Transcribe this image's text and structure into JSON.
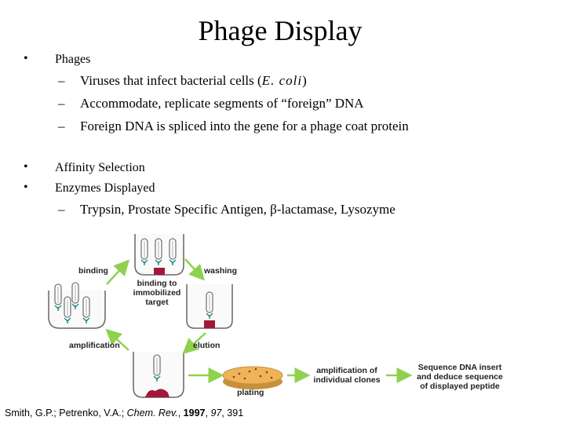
{
  "slide": {
    "title": "Phage Display",
    "bullets": [
      {
        "marker": "•",
        "text": "Phages"
      },
      {
        "marker": "•",
        "text": "Affinity Selection"
      },
      {
        "marker": "•",
        "text": "Enzymes Displayed"
      }
    ],
    "phage_subpoints": [
      {
        "dash": "–",
        "before": "Viruses that infect bacterial cells (",
        "italic": "E. coli",
        "after": ")"
      },
      {
        "dash": "–",
        "text": "Accommodate, replicate segments of “foreign” DNA"
      },
      {
        "dash": "–",
        "text": "Foreign DNA is spliced into the gene for a phage coat protein"
      }
    ],
    "enzyme_subpoints": [
      {
        "dash": "–",
        "text": "Trypsin, Prostate Specific Antigen, β-lactamase, Lysozyme"
      }
    ]
  },
  "diagram": {
    "labels": {
      "binding": "binding",
      "washing": "washing",
      "binding_target": [
        "binding to",
        "immobilized",
        "target"
      ],
      "amplification": "amplification",
      "elution": "elution",
      "plating": "plating",
      "amplification_clones": [
        "amplification of",
        "individual clones"
      ],
      "sequence": [
        "Sequence DNA insert",
        "and deduce sequence",
        "of displayed peptide"
      ]
    },
    "colors": {
      "arrow": "#8fd14f",
      "target": "#a0183a",
      "peptide": "#2a8f8a",
      "plate": "#f0b35a"
    }
  },
  "citation": {
    "authors": "Smith, G.P.; Petrenko, V.A.; ",
    "journal": "Chem. Rev.",
    "sep1": ", ",
    "year": "1997",
    "sep2": ", ",
    "volume": "97",
    "pages": ", 391"
  }
}
